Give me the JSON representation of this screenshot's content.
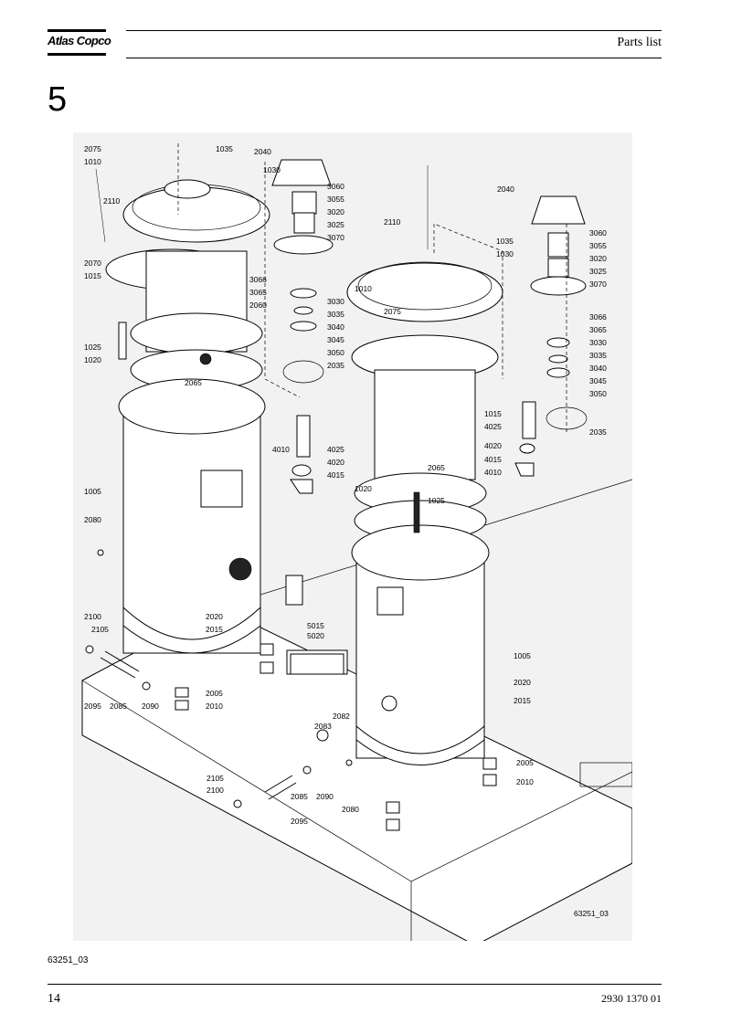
{
  "header": {
    "brand": "Atlas Copco",
    "section_title": "Parts list"
  },
  "chapter_number": "5",
  "figure": {
    "image_ref": "63251_03",
    "caption": "63251_03",
    "callouts": [
      "2075",
      "1010",
      "2110",
      "2070",
      "1015",
      "1025",
      "1020",
      "2065",
      "1035",
      "2040",
      "1030",
      "3060",
      "3055",
      "3020",
      "3025",
      "3070",
      "3066",
      "3065",
      "2060",
      "3030",
      "3035",
      "3040",
      "3045",
      "3050",
      "2035",
      "4010",
      "4025",
      "4020",
      "4015",
      "1005",
      "2080",
      "2100",
      "2105",
      "2095",
      "2085",
      "2090",
      "2020",
      "2015",
      "2005",
      "2010",
      "5015",
      "5020",
      "2110",
      "1035",
      "1030",
      "1010",
      "2075",
      "2040",
      "3060",
      "3055",
      "3020",
      "3025",
      "3070",
      "3066",
      "3065",
      "3030",
      "3035",
      "3040",
      "3045",
      "3050",
      "2035",
      "1015",
      "4025",
      "4020",
      "4015",
      "4010",
      "2065",
      "1020",
      "1025",
      "1005",
      "2020",
      "2015",
      "2082",
      "2083",
      "2005",
      "2010",
      "2105",
      "2100",
      "2085",
      "2090",
      "2080",
      "2095"
    ]
  },
  "footer": {
    "page_number": "14",
    "doc_number": "2930 1370 01"
  }
}
